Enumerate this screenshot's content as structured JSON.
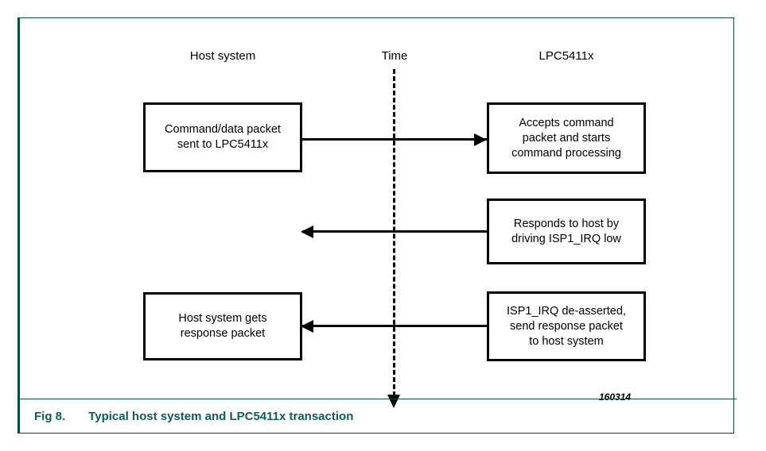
{
  "figure": {
    "frame_border_color": "#0b4a44",
    "caption_color": "#0b5d53",
    "artwork_id": "160314",
    "caption": {
      "number": "Fig 8.",
      "title": "Typical host system and LPC5411x transaction"
    }
  },
  "columns": [
    {
      "id": "host",
      "label": "Host system"
    },
    {
      "id": "time",
      "label": "Time"
    },
    {
      "id": "device",
      "label": "LPC5411x"
    }
  ],
  "timeline": {
    "label": "Time",
    "style": "dashed",
    "direction": "downward",
    "arrow_icon": "arrow-down-icon"
  },
  "boxes": [
    {
      "id": "host-send",
      "lane": "host",
      "step": 1,
      "text": "Command/data packet sent to LPC5411x",
      "lines": [
        "Command/data packet",
        "sent to LPC5411x"
      ]
    },
    {
      "id": "device-accept",
      "lane": "device",
      "step": 1,
      "text": "Accepts command packet and starts command processing",
      "lines": [
        "Accepts command",
        "packet and starts",
        "command processing"
      ]
    },
    {
      "id": "device-respond",
      "lane": "device",
      "step": 2,
      "text": "Responds to host by driving ISP1_IRQ low",
      "lines": [
        "Responds to host by",
        "driving ISP1_IRQ low"
      ]
    },
    {
      "id": "host-receive",
      "lane": "host",
      "step": 3,
      "text": "Host system gets response packet",
      "lines": [
        "Host system gets",
        "response packet"
      ]
    },
    {
      "id": "device-deassert",
      "lane": "device",
      "step": 3,
      "text": "ISP1_IRQ de-asserted, send response packet to host system",
      "lines": [
        "ISP1_IRQ de-asserted,",
        "send response packet",
        "to host system"
      ]
    }
  ],
  "arrows": [
    {
      "id": "arrow-1",
      "from": "host-send",
      "to": "device-accept",
      "direction": "right",
      "icon": "arrow-right-icon"
    },
    {
      "id": "arrow-2",
      "from": "device-respond",
      "to": "host",
      "direction": "left",
      "icon": "arrow-left-icon"
    },
    {
      "id": "arrow-3",
      "from": "device-deassert",
      "to": "host-receive",
      "direction": "left",
      "icon": "arrow-left-icon"
    }
  ]
}
